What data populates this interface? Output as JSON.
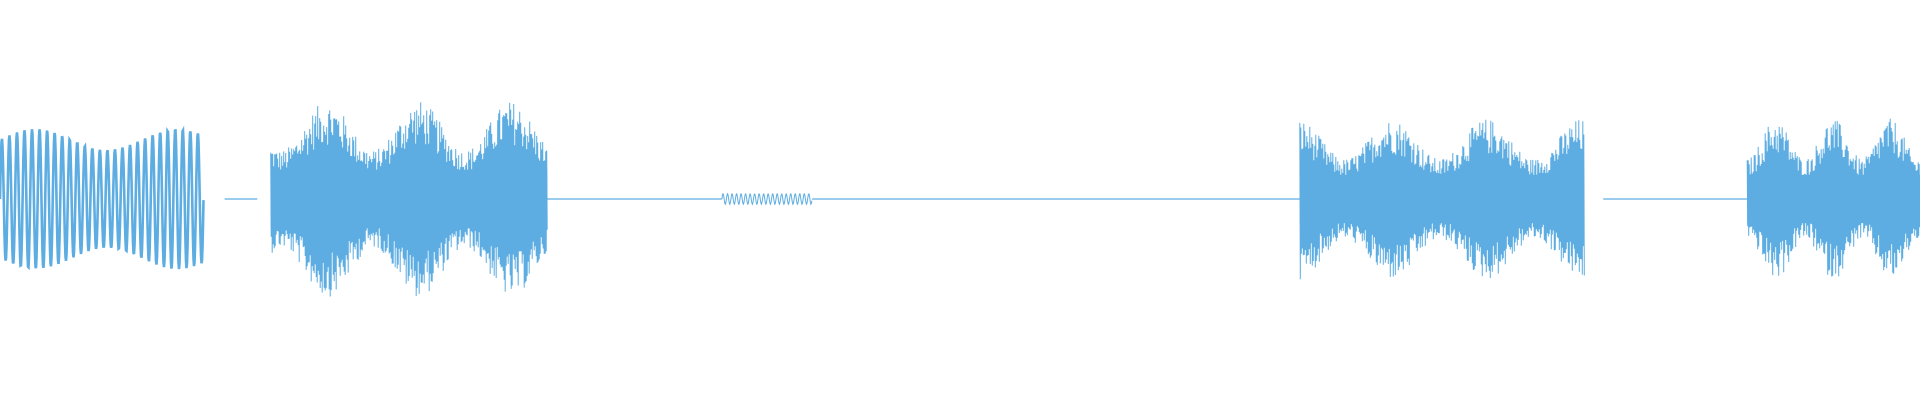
{
  "waveform": {
    "color": "#5dade2",
    "background": "#ffffff",
    "segments": [
      {
        "kind": "burst",
        "start": 0.0,
        "end": 0.106,
        "amp": 0.4,
        "cycles": 27,
        "style": "tone"
      },
      {
        "kind": "gap",
        "start": 0.106,
        "end": 0.117
      },
      {
        "kind": "line",
        "start": 0.117,
        "end": 0.134
      },
      {
        "kind": "gap",
        "start": 0.134,
        "end": 0.141
      },
      {
        "kind": "burst",
        "start": 0.141,
        "end": 0.285,
        "amp": 0.56,
        "cycles": 120,
        "style": "dense"
      },
      {
        "kind": "line",
        "start": 0.285,
        "end": 0.376
      },
      {
        "kind": "burst",
        "start": 0.376,
        "end": 0.423,
        "amp": 0.03,
        "cycles": 20,
        "style": "tiny"
      },
      {
        "kind": "line",
        "start": 0.423,
        "end": 0.677
      },
      {
        "kind": "burst",
        "start": 0.677,
        "end": 0.825,
        "amp": 0.46,
        "cycles": 120,
        "style": "dense"
      },
      {
        "kind": "gap",
        "start": 0.825,
        "end": 0.835
      },
      {
        "kind": "line",
        "start": 0.835,
        "end": 0.91
      },
      {
        "kind": "burst",
        "start": 0.91,
        "end": 1.0,
        "amp": 0.46,
        "cycles": 80,
        "style": "dense"
      }
    ]
  }
}
